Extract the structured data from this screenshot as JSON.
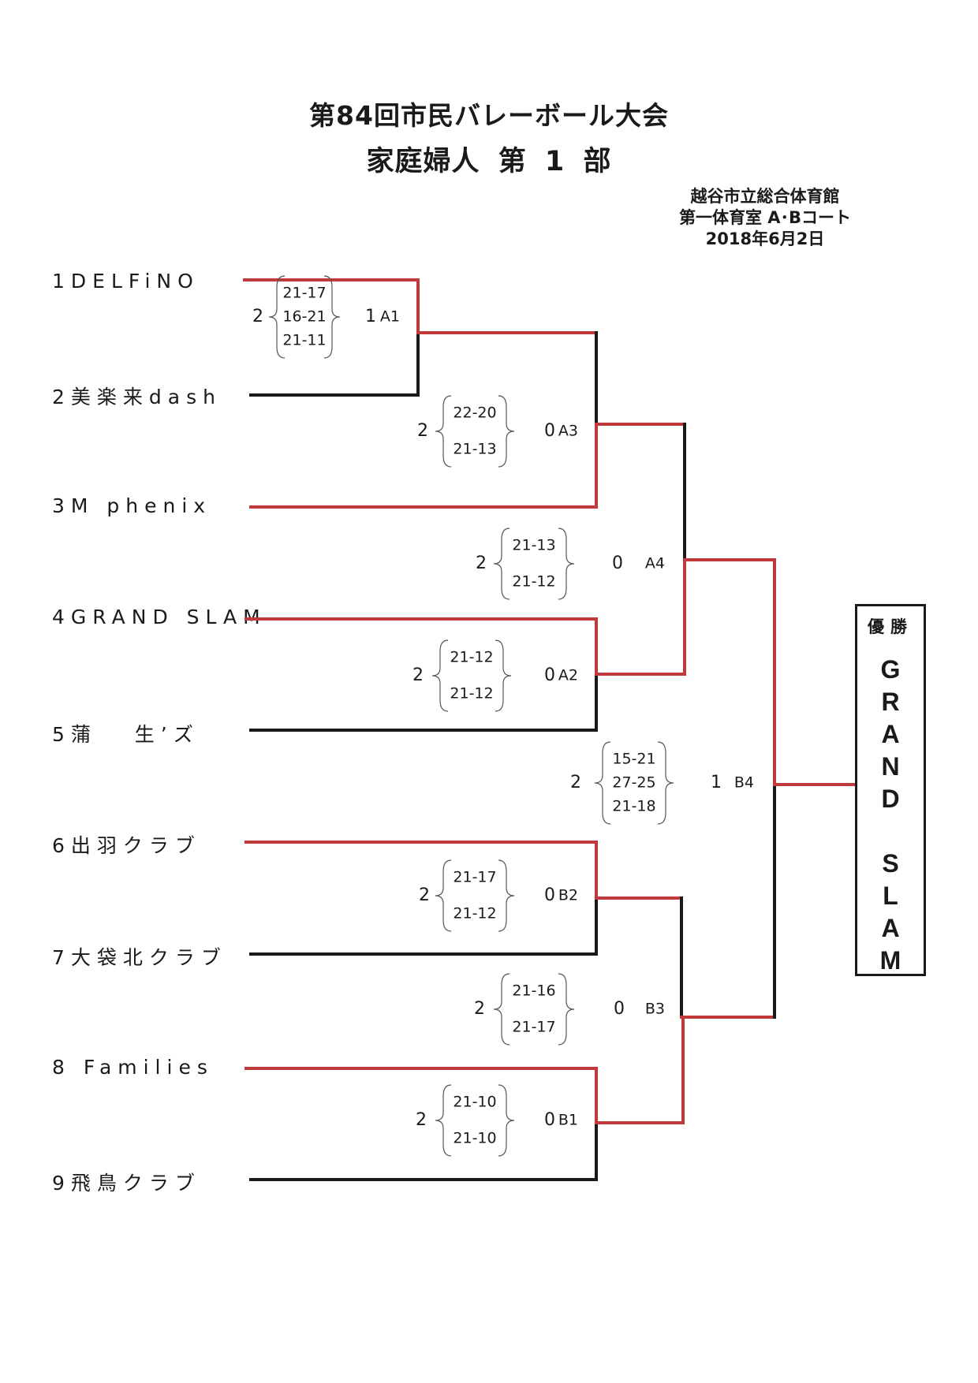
{
  "header": {
    "title": "第84回市民バレーボール大会",
    "subtitle": "家庭婦人 第 1 部",
    "venue_line1": "越谷市立総合体育館",
    "venue_line2": "第一体育室 A･Bコート",
    "date": "2018年6月2日"
  },
  "colors": {
    "winner_line": "#c0393b",
    "loser_line": "#1a1a1a"
  },
  "teams": [
    {
      "label": "1DELFiNO"
    },
    {
      "label": "2美楽来dash"
    },
    {
      "label": "3M phenix"
    },
    {
      "label": "4GRAND SLAM"
    },
    {
      "label": "5蒲   生’ズ"
    },
    {
      "label": "6出羽クラブ"
    },
    {
      "label": "7大袋北クラブ"
    },
    {
      "label": "8 Families"
    },
    {
      "label": "9飛鳥クラブ"
    }
  ],
  "matches": [
    {
      "id": "A1",
      "score_top": "2",
      "score_bottom": "1",
      "sets": [
        "21-17",
        "16-21",
        "21-11"
      ]
    },
    {
      "id": "A3",
      "score_top": "2",
      "score_bottom": "0",
      "sets": [
        "22-20",
        "21-13"
      ]
    },
    {
      "id": "A4",
      "score_top": "2",
      "score_bottom": "0",
      "sets": [
        "21-13",
        "21-12"
      ]
    },
    {
      "id": "A2",
      "score_top": "2",
      "score_bottom": "0",
      "sets": [
        "21-12",
        "21-12"
      ]
    },
    {
      "id": "B4",
      "score_top": "2",
      "score_bottom": "1",
      "sets": [
        "15-21",
        "27-25",
        "21-18"
      ]
    },
    {
      "id": "B2",
      "score_top": "2",
      "score_bottom": "0",
      "sets": [
        "21-17",
        "21-12"
      ]
    },
    {
      "id": "B3",
      "score_top": "2",
      "score_bottom": "0",
      "sets": [
        "21-16",
        "21-17"
      ]
    },
    {
      "id": "B1",
      "score_top": "2",
      "score_bottom": "0",
      "sets": [
        "21-10",
        "21-10"
      ]
    }
  ],
  "champion": {
    "label": "優勝",
    "name": "G\nR\nA\nN\nD\n\nS\nL\nA\nM"
  }
}
